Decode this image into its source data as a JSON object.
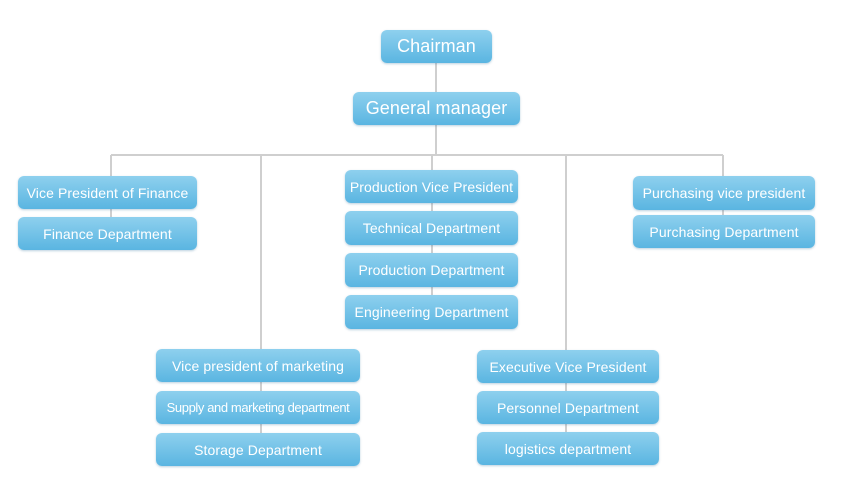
{
  "chart": {
    "chairman": "Chairman",
    "general_manager": "General manager",
    "finance": {
      "vp": "Vice President of Finance",
      "dept": "Finance Department"
    },
    "production": {
      "vp": "Production Vice President",
      "technical": "Technical Department",
      "production_dept": "Production Department",
      "engineering": "Engineering Department"
    },
    "purchasing": {
      "vp": "Purchasing vice president",
      "dept": "Purchasing Department"
    },
    "marketing": {
      "vp": "Vice president of marketing",
      "supply": "Supply and marketing department",
      "storage": "Storage Department"
    },
    "executive": {
      "vp": "Executive Vice President",
      "personnel": "Personnel Department",
      "logistics": "logistics department"
    }
  }
}
